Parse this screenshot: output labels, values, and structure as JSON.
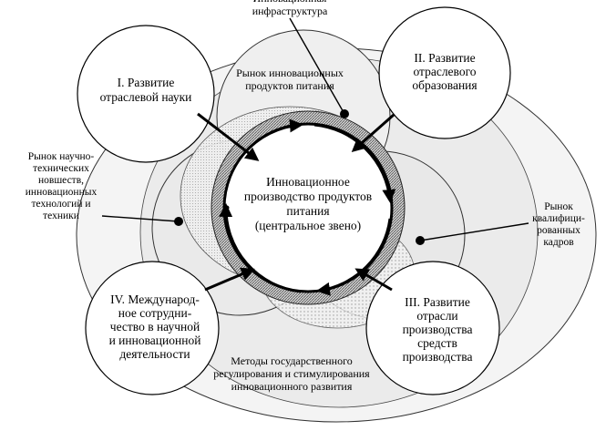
{
  "center": {
    "lines": [
      "Инновационное",
      "производство продуктов",
      "питания",
      "(центральное  звено)"
    ]
  },
  "nodes": [
    {
      "id": "science",
      "lines": [
        "I. Развитие",
        "отраслевой  науки"
      ]
    },
    {
      "id": "education",
      "lines": [
        "II. Развитие",
        "отраслевого",
        "образования"
      ]
    },
    {
      "id": "means",
      "lines": [
        "III. Развитие",
        "отрасли",
        "производства",
        "средств",
        "производства"
      ]
    },
    {
      "id": "international",
      "lines": [
        "IV. Международ-",
        "ное сотрудни-",
        "чество  в научной",
        "и инновационной",
        "деятельности"
      ]
    }
  ],
  "labels": {
    "infrastructure": [
      "Инновационная",
      "инфраструктура"
    ],
    "market_products": [
      "Рынок инновационных",
      "продуктов питания"
    ],
    "market_news": [
      "Рынок научно-",
      "технических",
      "новшеств,",
      "инновационных",
      "технологий и",
      "техники"
    ],
    "market_personnel": [
      "Рынок",
      "квалифици-",
      "рованных",
      "кадров"
    ],
    "methods": [
      "Методы государственного",
      "регулирования и стимулирования",
      "инновационного развития"
    ]
  }
}
